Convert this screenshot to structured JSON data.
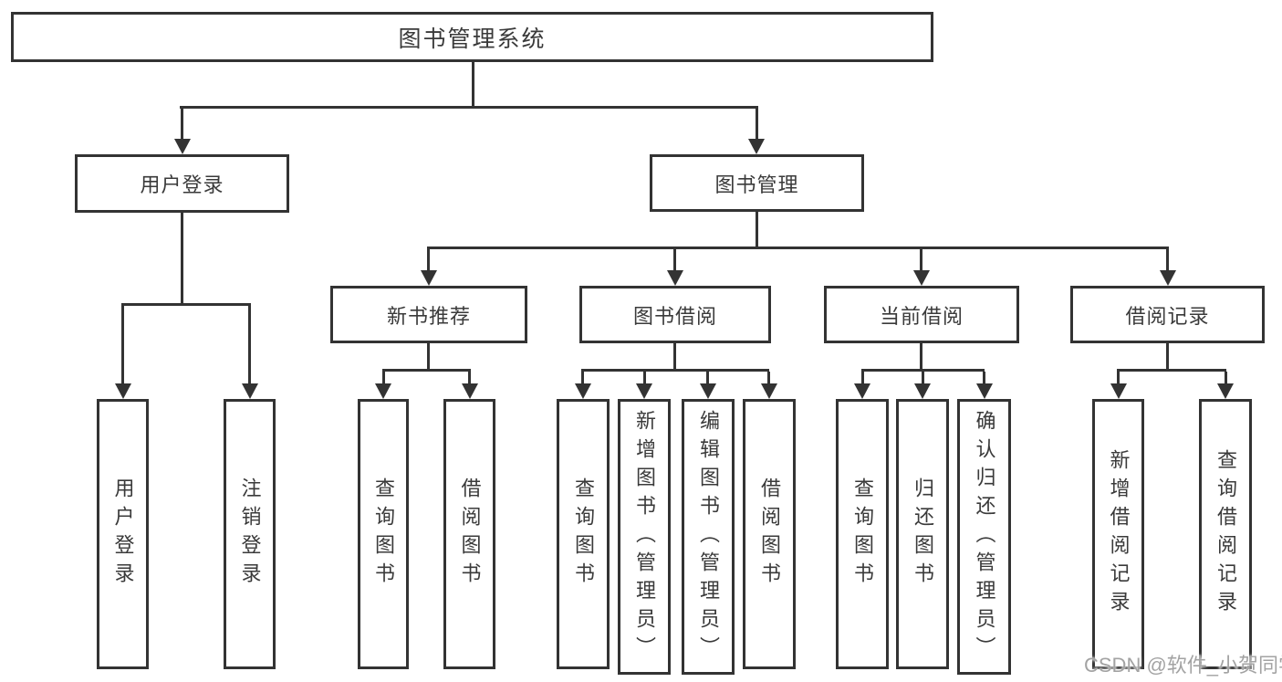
{
  "tree": {
    "label": "图书管理系统",
    "children": [
      {
        "label": "用户登录",
        "children": [
          {
            "label": "用户登录"
          },
          {
            "label": "注销登录"
          }
        ]
      },
      {
        "label": "图书管理",
        "children": [
          {
            "label": "新书推荐",
            "children": [
              {
                "label": "查询图书"
              },
              {
                "label": "借阅图书"
              }
            ]
          },
          {
            "label": "图书借阅",
            "children": [
              {
                "label": "查询图书"
              },
              {
                "label": "新增图书（管理员）"
              },
              {
                "label": "编辑图书（管理员）"
              },
              {
                "label": "借阅图书"
              }
            ]
          },
          {
            "label": "当前借阅",
            "children": [
              {
                "label": "查询图书"
              },
              {
                "label": "归还图书"
              },
              {
                "label": "确认归还（管理员）"
              }
            ]
          },
          {
            "label": "借阅记录",
            "children": [
              {
                "label": "新增借阅记录"
              },
              {
                "label": "查询借阅记录"
              }
            ]
          }
        ]
      }
    ]
  },
  "watermark": {
    "text": "CSDN @软件_小贺同学"
  },
  "colors": {
    "line": "#333333",
    "text": "#3a3a3a",
    "watermark": "#a3a3a3",
    "background": "#ffffff"
  }
}
